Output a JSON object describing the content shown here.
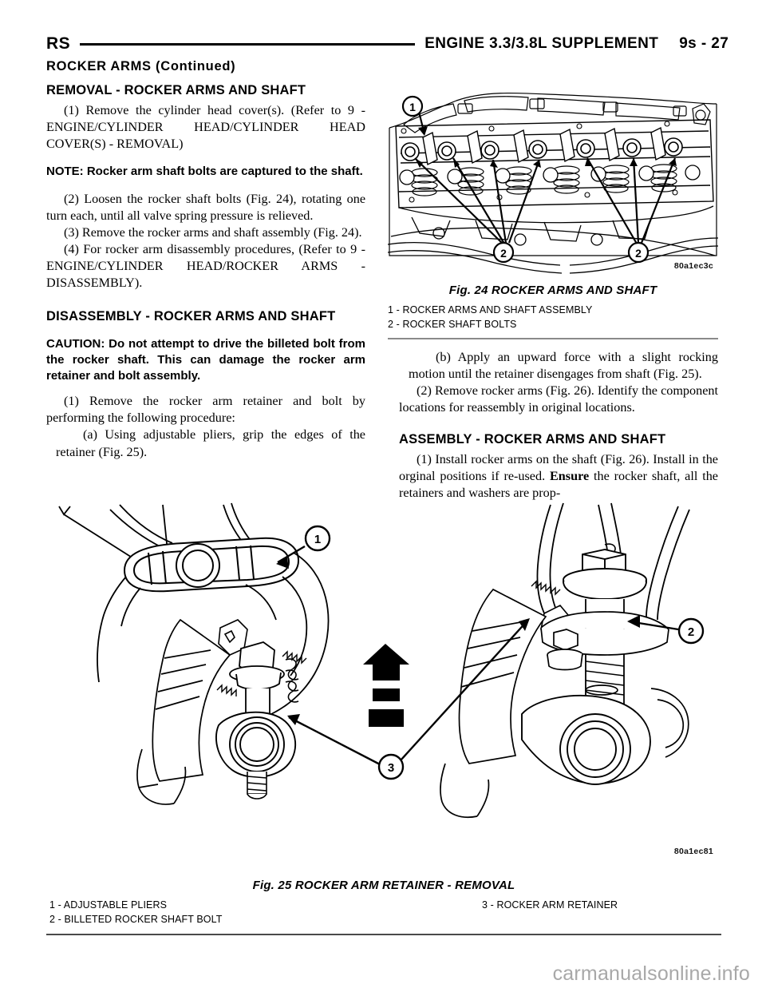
{
  "header": {
    "code": "RS",
    "title": "ENGINE 3.3/3.8L SUPPLEMENT",
    "page": "9s - 27"
  },
  "continued_heading": "ROCKER ARMS (Continued)",
  "left_column": {
    "removal_heading": "REMOVAL - ROCKER ARMS AND SHAFT",
    "step1": "(1) Remove the cylinder head cover(s). (Refer to 9 - ENGINE/CYLINDER HEAD/CYLINDER HEAD COVER(S) - REMOVAL)",
    "note": "NOTE: Rocker arm shaft bolts are captured to the shaft.",
    "step2": "(2) Loosen the rocker shaft bolts (Fig. 24), rotating one turn each, until all valve spring pressure is relieved.",
    "step3": "(3) Remove the rocker arms and shaft assembly (Fig. 24).",
    "step4": "(4) For rocker arm disassembly procedures, (Refer to 9 - ENGINE/CYLINDER HEAD/ROCKER ARMS - DISASSEMBLY).",
    "disassembly_heading": "DISASSEMBLY - ROCKER ARMS AND SHAFT",
    "caution": "CAUTION: Do not attempt to drive the billeted bolt from the rocker shaft. This can damage the rocker arm retainer and bolt assembly.",
    "dis_step1": "(1) Remove the rocker arm retainer and bolt by performing the following procedure:",
    "dis_step1a": "(a) Using adjustable pliers, grip the edges of the retainer (Fig. 25)."
  },
  "right_column": {
    "dis_step1b": "(b) Apply an upward force with a slight rocking motion until the retainer disengages from shaft (Fig. 25).",
    "dis_step2": "(2) Remove rocker arms (Fig. 26). Identify the component locations for reassembly in original locations.",
    "assembly_heading": "ASSEMBLY - ROCKER ARMS AND SHAFT",
    "asm_step1_part1": "(1) Install rocker arms on the shaft (Fig. 26). Install in the orginal positions if re-used. ",
    "asm_step1_bold": "Ensure",
    "asm_step1_part2": " the rocker shaft, all the retainers and washers are prop-"
  },
  "figure24": {
    "caption": "Fig. 24 ROCKER ARMS AND SHAFT",
    "legend": [
      "1 - ROCKER ARMS AND SHAFT ASSEMBLY",
      "2 - ROCKER SHAFT BOLTS"
    ],
    "image_code": "80a1ec3c",
    "callouts": [
      "1",
      "2",
      "2"
    ],
    "subject": "cylinder-head-with-rocker-arms-and-shaft"
  },
  "figure25": {
    "caption": "Fig. 25 ROCKER ARM RETAINER - REMOVAL",
    "legend_left": [
      "1 - ADJUSTABLE PLIERS",
      "2 - BILLETED ROCKER SHAFT BOLT"
    ],
    "legend_right": [
      "3 - ROCKER ARM RETAINER"
    ],
    "image_code": "80a1ec81",
    "callouts": [
      "1",
      "2",
      "3"
    ],
    "subject": "rocker-arm-retainer-removal-with-pliers"
  },
  "watermark": "carmanualsonline.info",
  "colors": {
    "ink": "#000000",
    "divider_gray": "#8a8a8a",
    "divider_dark": "#4a4a4a",
    "watermark_gray": "#a8a8a8",
    "page_background": "#ffffff"
  }
}
